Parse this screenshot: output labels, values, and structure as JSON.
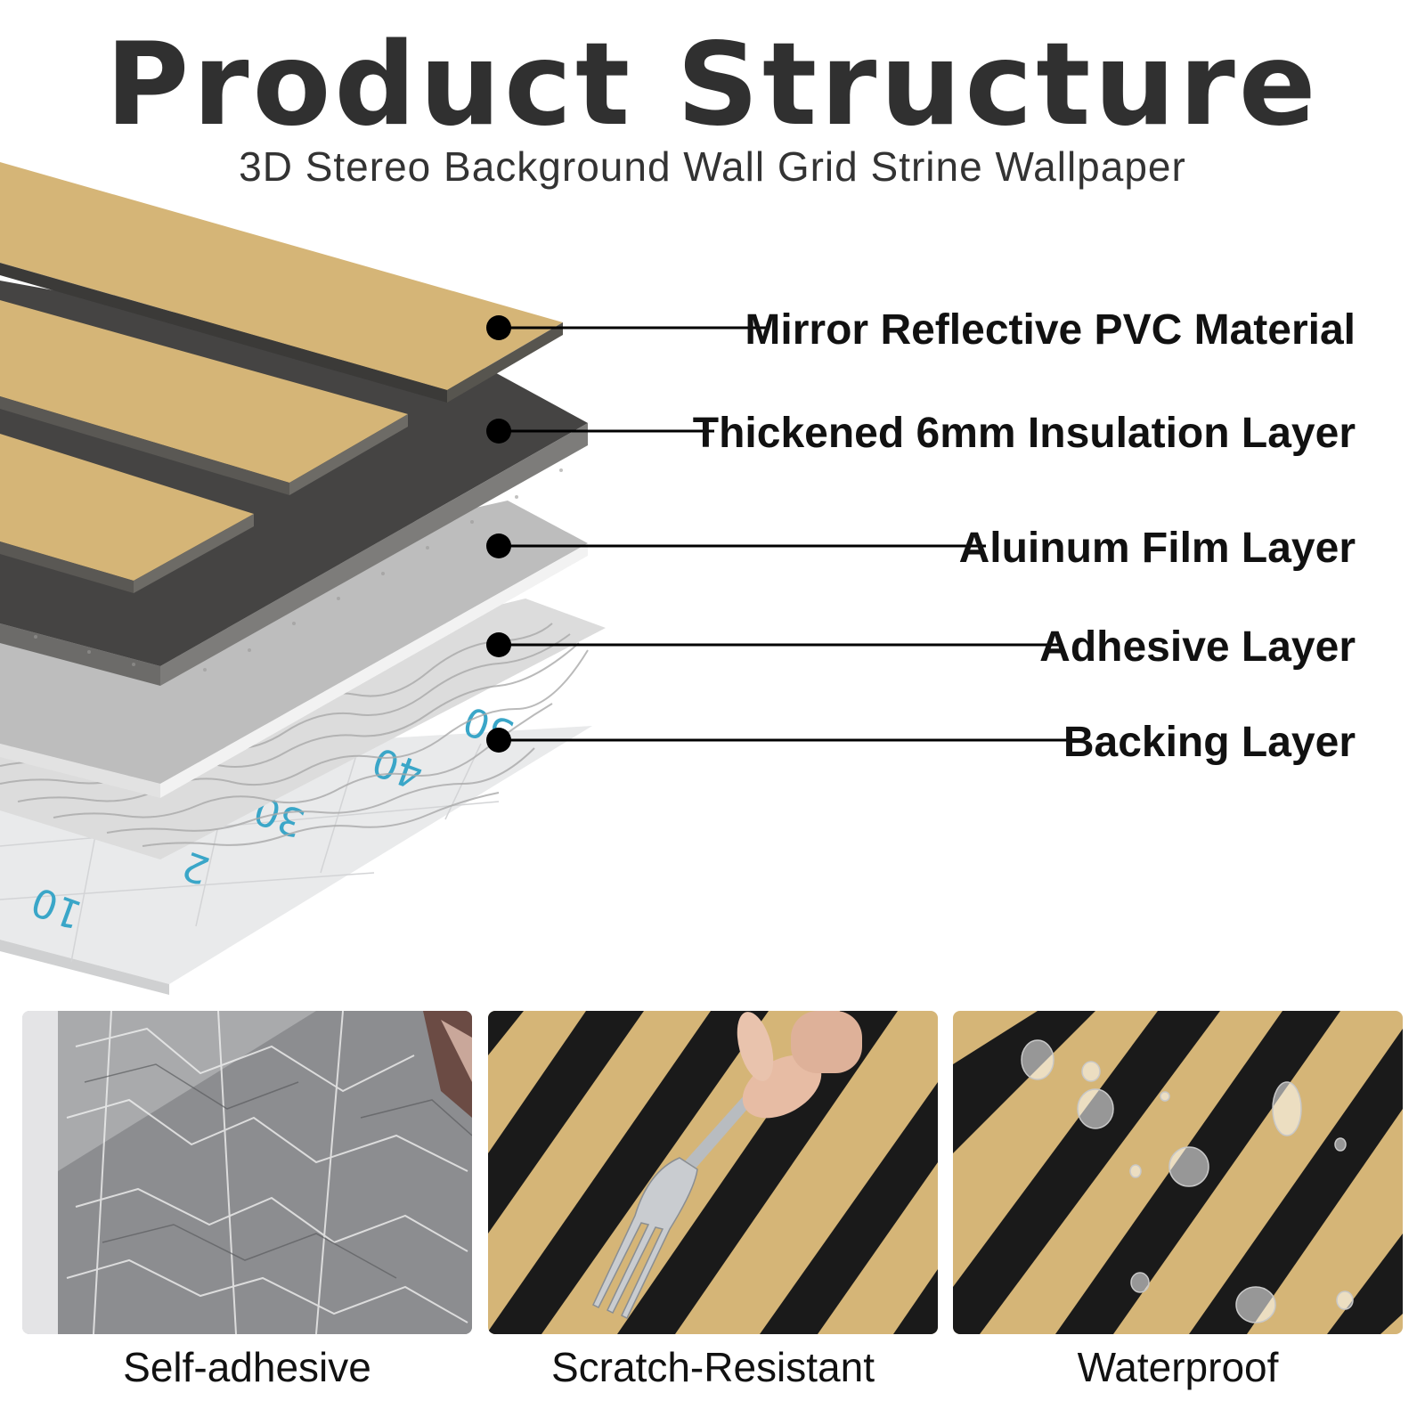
{
  "header": {
    "title": "Product Structure",
    "subtitle": "3D Stereo Background Wall Grid Strine Wallpaper"
  },
  "layers": [
    {
      "id": "pvc",
      "label": "Mirror Reflective PVC Material"
    },
    {
      "id": "insulation",
      "label": "Thickened 6mm Insulation Layer"
    },
    {
      "id": "aluminum",
      "label": "Aluinum Film Layer"
    },
    {
      "id": "adhesive",
      "label": "Adhesive Layer"
    },
    {
      "id": "backing",
      "label": "Backing Layer"
    }
  ],
  "backing_scale_marks": [
    "10",
    "2",
    "30",
    "40",
    "50"
  ],
  "features": [
    {
      "id": "self-adhesive",
      "label": "Self-adhesive",
      "icon": "aluminum-foil-peel"
    },
    {
      "id": "scratch-resistant",
      "label": "Scratch-Resistant",
      "icon": "fork-scratch"
    },
    {
      "id": "waterproof",
      "label": "Waterproof",
      "icon": "water-droplets"
    }
  ],
  "colors": {
    "gold_strip": "#d5b577",
    "dark_gap": "#3b3a38",
    "insulation": "#454443",
    "aluminum": "#b9b9b9",
    "backing": "#e6e7e8",
    "scale_text": "#3aa6c8"
  }
}
